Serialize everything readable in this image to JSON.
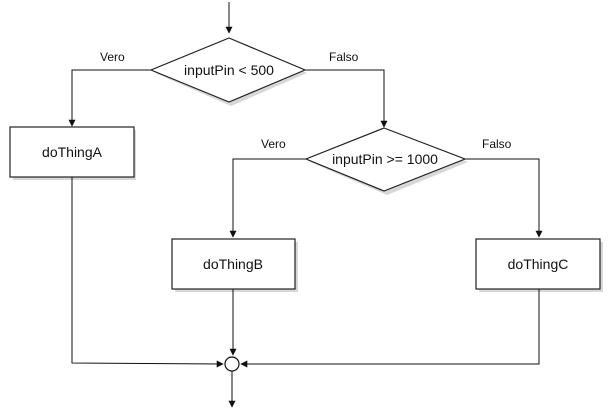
{
  "diagram": {
    "decisions": [
      {
        "id": "d1",
        "label": "inputPin < 500"
      },
      {
        "id": "d2",
        "label": "inputPin >= 1000"
      }
    ],
    "processes": [
      {
        "id": "a",
        "label": "doThingA"
      },
      {
        "id": "b",
        "label": "doThingB"
      },
      {
        "id": "c",
        "label": "doThingC"
      }
    ],
    "edges": [
      {
        "from": "d1",
        "to": "a",
        "label": "Vero"
      },
      {
        "from": "d1",
        "to": "d2",
        "label": "Falso"
      },
      {
        "from": "d2",
        "to": "b",
        "label": "Vero"
      },
      {
        "from": "d2",
        "to": "c",
        "label": "Falso"
      },
      {
        "from": "a",
        "to": "merge",
        "label": ""
      },
      {
        "from": "b",
        "to": "merge",
        "label": ""
      },
      {
        "from": "c",
        "to": "merge",
        "label": ""
      }
    ]
  }
}
